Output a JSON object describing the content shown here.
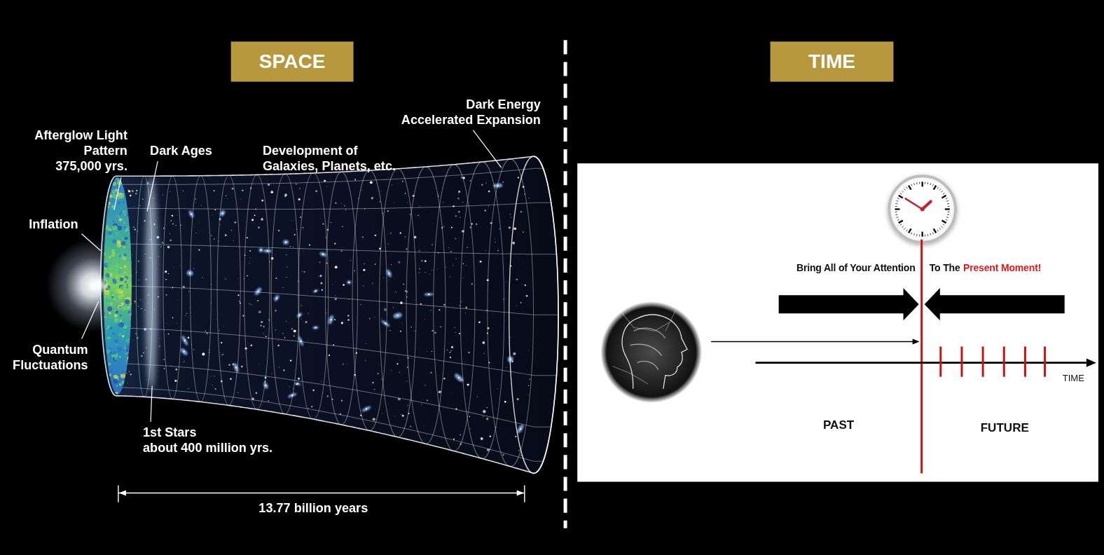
{
  "diagram": {
    "nodes": [
      {
        "text": [
          "SPACE"
        ]
      },
      {
        "text": [
          "TIME"
        ]
      }
    ],
    "labels": [
      "Afterglow Light Pattern 375,000 yrs.",
      "Dark Ages",
      "Development of Galaxies, Planets, etc.",
      "Dark Energy Accelerated Expansion",
      "Inflation",
      "Quantum Fluctuations",
      "1st Stars about 400 million yrs.",
      "13.77 billion years",
      "Bring All of Your Attention",
      "To The",
      "Present Moment!",
      "TIME",
      "PAST",
      "FUTURE"
    ]
  }
}
